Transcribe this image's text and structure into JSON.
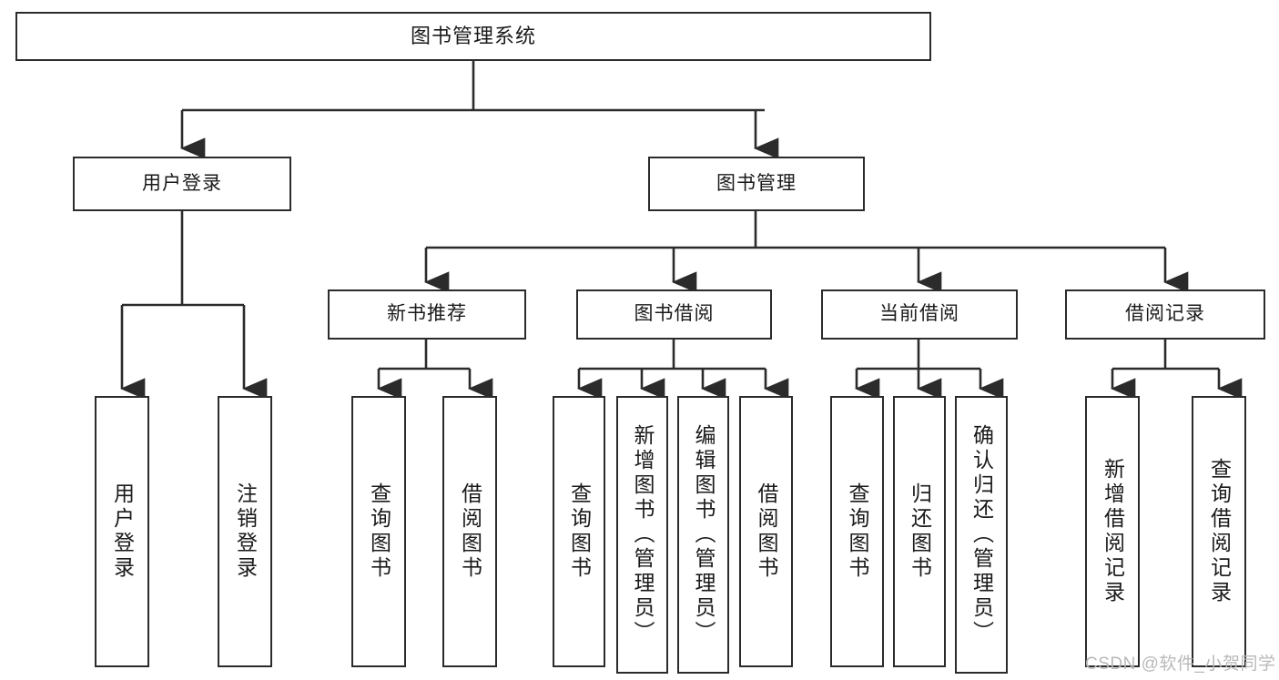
{
  "diagram": {
    "title": "图书管理系统",
    "type": "functional-structure-tree",
    "orientation": "top-down",
    "stroke_color": "#2b2b2b",
    "fill_color": "#ffffff",
    "text_color": "#1a1a1a",
    "background": "#ffffff"
  },
  "nodes": {
    "root": {
      "label": "图书管理系统",
      "level": 1
    },
    "l2": [
      {
        "id": "user-login",
        "label": "用户登录",
        "level": 2
      },
      {
        "id": "book-manage",
        "label": "图书管理",
        "level": 2
      }
    ],
    "l3": [
      {
        "id": "new-book-recommend",
        "label": "新书推荐",
        "level": 3
      },
      {
        "id": "book-borrow",
        "label": "图书借阅",
        "level": 3
      },
      {
        "id": "current-borrow",
        "label": "当前借阅",
        "level": 3
      },
      {
        "id": "borrow-record",
        "label": "借阅记录",
        "level": 3
      }
    ],
    "leaves": [
      {
        "id": "leaf-user-login",
        "label": "用户登录",
        "parent": "user-login",
        "level": 4
      },
      {
        "id": "leaf-logout",
        "label": "注销登录",
        "parent": "user-login",
        "level": 4
      },
      {
        "id": "leaf-query-book-1",
        "label": "查询图书",
        "parent": "new-book-recommend",
        "level": 4
      },
      {
        "id": "leaf-borrow-book-1",
        "label": "借阅图书",
        "parent": "new-book-recommend",
        "level": 4
      },
      {
        "id": "leaf-query-book-2",
        "label": "查询图书",
        "parent": "book-borrow",
        "level": 4
      },
      {
        "id": "leaf-add-book",
        "label": "新增图书（管理员）",
        "parent": "book-borrow",
        "level": 4
      },
      {
        "id": "leaf-edit-book",
        "label": "编辑图书（管理员）",
        "parent": "book-borrow",
        "level": 4
      },
      {
        "id": "leaf-borrow-book-2",
        "label": "借阅图书",
        "parent": "book-borrow",
        "level": 4
      },
      {
        "id": "leaf-query-book-3",
        "label": "查询图书",
        "parent": "current-borrow",
        "level": 4
      },
      {
        "id": "leaf-return-book",
        "label": "归还图书",
        "parent": "current-borrow",
        "level": 4
      },
      {
        "id": "leaf-confirm-return",
        "label": "确认归还（管理员）",
        "parent": "current-borrow",
        "level": 4
      },
      {
        "id": "leaf-add-record",
        "label": "新增借阅记录",
        "parent": "borrow-record",
        "level": 4
      },
      {
        "id": "leaf-query-record",
        "label": "查询借阅记录",
        "parent": "borrow-record",
        "level": 4
      }
    ]
  },
  "watermark": {
    "text": "CSDN @软件_小贺同学"
  }
}
